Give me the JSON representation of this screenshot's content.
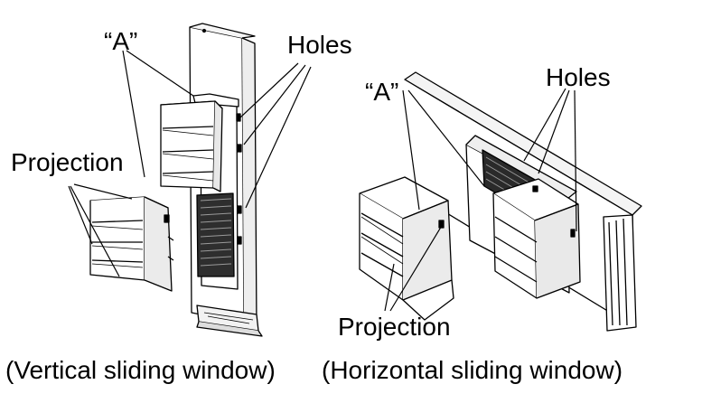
{
  "left": {
    "label_a": "“A”",
    "label_holes": "Holes",
    "label_projection": "Projection",
    "caption": "(Vertical sliding window)"
  },
  "right": {
    "label_a": "“A”",
    "label_holes": "Holes",
    "label_projection": "Projection",
    "caption": "(Horizontal sliding window)"
  },
  "colors": {
    "line": "#000000",
    "fill": "#ffffff",
    "shade": "#e6e6e6",
    "dark": "#333333"
  }
}
